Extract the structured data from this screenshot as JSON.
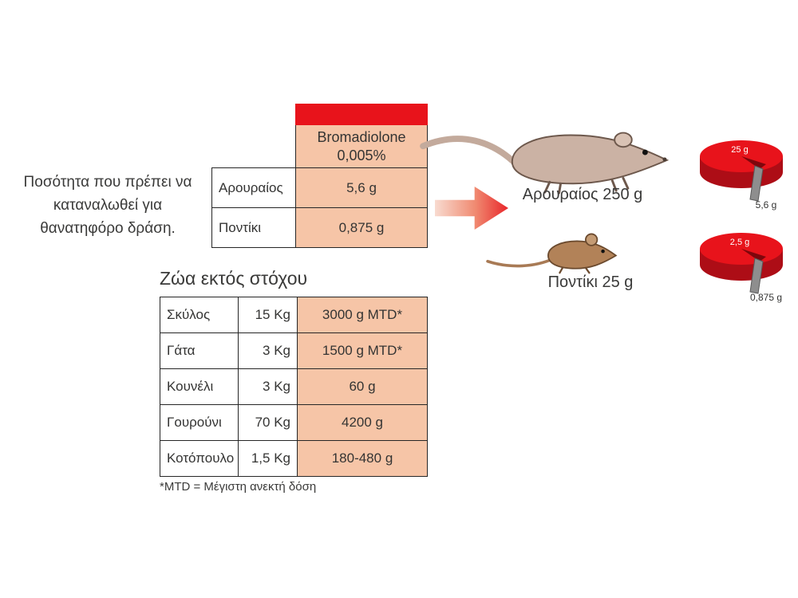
{
  "colors": {
    "red": "#e8131b",
    "red_dark": "#ad0d16",
    "salmon": "#f6c5a7",
    "slice_gray": "#8e8e8e",
    "text": "#3a3a39"
  },
  "intro": {
    "lines": [
      "Ποσότητα που πρέπει να",
      "καταναλωθεί για",
      "θανατηφόρο δράση."
    ]
  },
  "dose_table": {
    "header_line1": "Bromadiolone",
    "header_line2": "0,005%",
    "rows": [
      {
        "animal": "Αρουραίος",
        "dose": "5,6 g"
      },
      {
        "animal": "Ποντίκι",
        "dose": "0,875 g"
      }
    ]
  },
  "animals": {
    "rat_label": "Αρουραίος 250 g",
    "mouse_label": "Ποντίκι 25 g"
  },
  "chart_data": [
    {
      "type": "pie",
      "total_label": "25 g",
      "slice_label": "5,6 g",
      "total_g": 25,
      "slice_g": 5.6
    },
    {
      "type": "pie",
      "total_label": "2,5 g",
      "slice_label": "0,875 g",
      "total_g": 2.5,
      "slice_g": 0.875
    }
  ],
  "non_target": {
    "title": "Ζώα εκτός στόχου",
    "rows": [
      {
        "animal": "Σκύλος",
        "weight": "15 Kg",
        "dose": "3000 g MTD*"
      },
      {
        "animal": "Γάτα",
        "weight": "3 Kg",
        "dose": "1500 g MTD*"
      },
      {
        "animal": "Κουνέλι",
        "weight": "3 Kg",
        "dose": "60 g"
      },
      {
        "animal": "Γουρούνι",
        "weight": "70 Kg",
        "dose": "4200 g"
      },
      {
        "animal": "Κοτόπουλο",
        "weight": "1,5 Kg",
        "dose": "180-480 g"
      }
    ],
    "footnote": "*MTD = Μέγιστη ανεκτή δόση"
  }
}
